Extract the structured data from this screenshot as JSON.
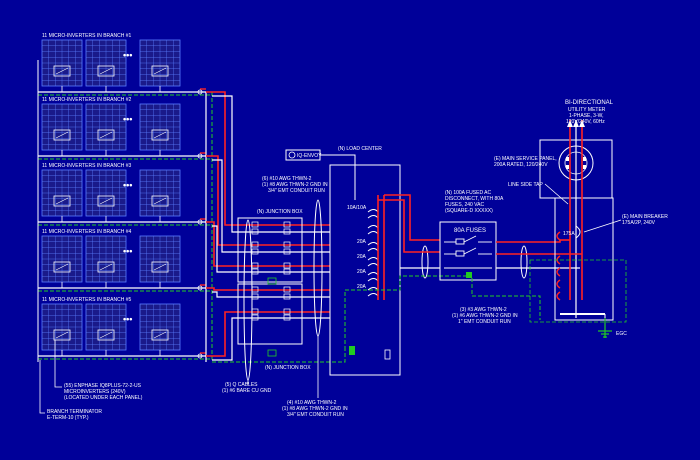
{
  "colors": {
    "background": "#000099",
    "wire_hot": "#ff2222",
    "wire_neutral": "#ffffff",
    "wire_ground": "#22cc22",
    "panel_fill": "#1a1a8a",
    "panel_grid": "#5c7dff"
  },
  "branches": [
    {
      "title": "11 MICRO-INVERTERS IN BRANCH #1"
    },
    {
      "title": "11 MICRO-INVERTERS IN BRANCH #2"
    },
    {
      "title": "11 MICRO-INVERTERS IN BRANCH #3"
    },
    {
      "title": "11 MICRO-INVERTERS IN BRANCH #4"
    },
    {
      "title": "11 MICRO-INVERTERS IN BRANCH #5"
    }
  ],
  "ellipsis": "•••",
  "labels": {
    "envoy": "IQ-ENVOY",
    "load_center": "(N) LOAD CENTER",
    "wire_run_top_1": "(6) #10 AWG THWN-2",
    "wire_run_top_2": "(1) #8 AWG THWN-2 GND IN",
    "wire_run_top_3": "3/4\" EMT CONDUIT RUN",
    "jbox_top": "(N) JUNCTION BOX",
    "jbox_bottom": "(N) JUNCTION BOX",
    "breaker_top": "10A/10A",
    "breaker_1": "20A",
    "breaker_2": "20A",
    "breaker_3": "20A",
    "breaker_4": "20A",
    "disconnect_1": "(N) 100A FUSED AC",
    "disconnect_2": "DISCONNECT, WITH 80A",
    "disconnect_3": "FUSES, 240 VAC",
    "disconnect_4": "(SQUARE-D XXXXX)",
    "fuses": "80A FUSES",
    "meter_1": "BI-DIRECTIONAL",
    "meter_2": "UTILITY METER",
    "meter_3": "1-PHASE, 3-W,",
    "meter_4": "120V/240V, 60Hz",
    "msp_1": "(E) MAIN SERVICE PANEL,",
    "msp_2": "200A RATED, 120/240V",
    "line_side_tap": "LINE SIDE TAP",
    "main_breaker_1": "(E) MAIN BREAKER",
    "main_breaker_2": "175A/2P, 240V",
    "main_breaker_rating": "175A",
    "egc": "EGC",
    "service_run_1": "(3) #3 AWG THWN-2",
    "service_run_2": "(1) #6 AWG THWN-2 GND IN",
    "service_run_3": "1\" EMT CONDUIT RUN",
    "qcables_1": "(5) Q CABLES",
    "qcables_2": "(1) #6 BARE CU GND",
    "wire_run_bot_1": "(4) #10 AWG THWN-2",
    "wire_run_bot_2": "(1) #8 AWG THWN-2 GND IN",
    "wire_run_bot_3": "3/4\" EMT CONDUIT RUN",
    "microinv_1": "(55) ENPHASE IQ8PLUS-72-2-US",
    "microinv_2": "MICROINVERTERS (240V)",
    "microinv_3": "(LOCATED UNDER EACH PANEL)",
    "terminator_1": "BRANCH TERMINATOR",
    "terminator_2": "E-TERM-10 (TYP.)"
  }
}
